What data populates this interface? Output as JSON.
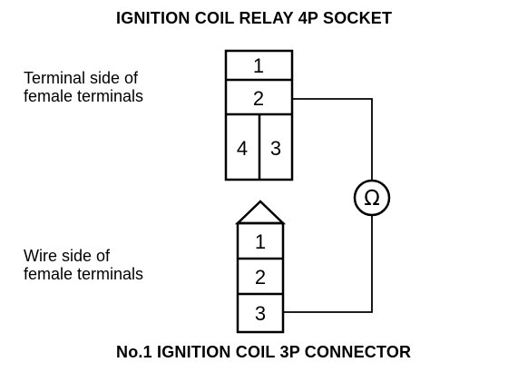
{
  "top_title": "IGNITION COIL RELAY 4P SOCKET",
  "bottom_title": "No.1 IGNITION COIL 3P CONNECTOR",
  "labels": {
    "terminal_side_line1": "Terminal side of",
    "terminal_side_line2": "female terminals",
    "wire_side_line1": "Wire side of",
    "wire_side_line2": "female terminals"
  },
  "socket_terminals": [
    "1",
    "2",
    "4",
    "3"
  ],
  "connector_terminals": [
    "1",
    "2",
    "3"
  ],
  "ohmmeter_symbol": "Ω"
}
